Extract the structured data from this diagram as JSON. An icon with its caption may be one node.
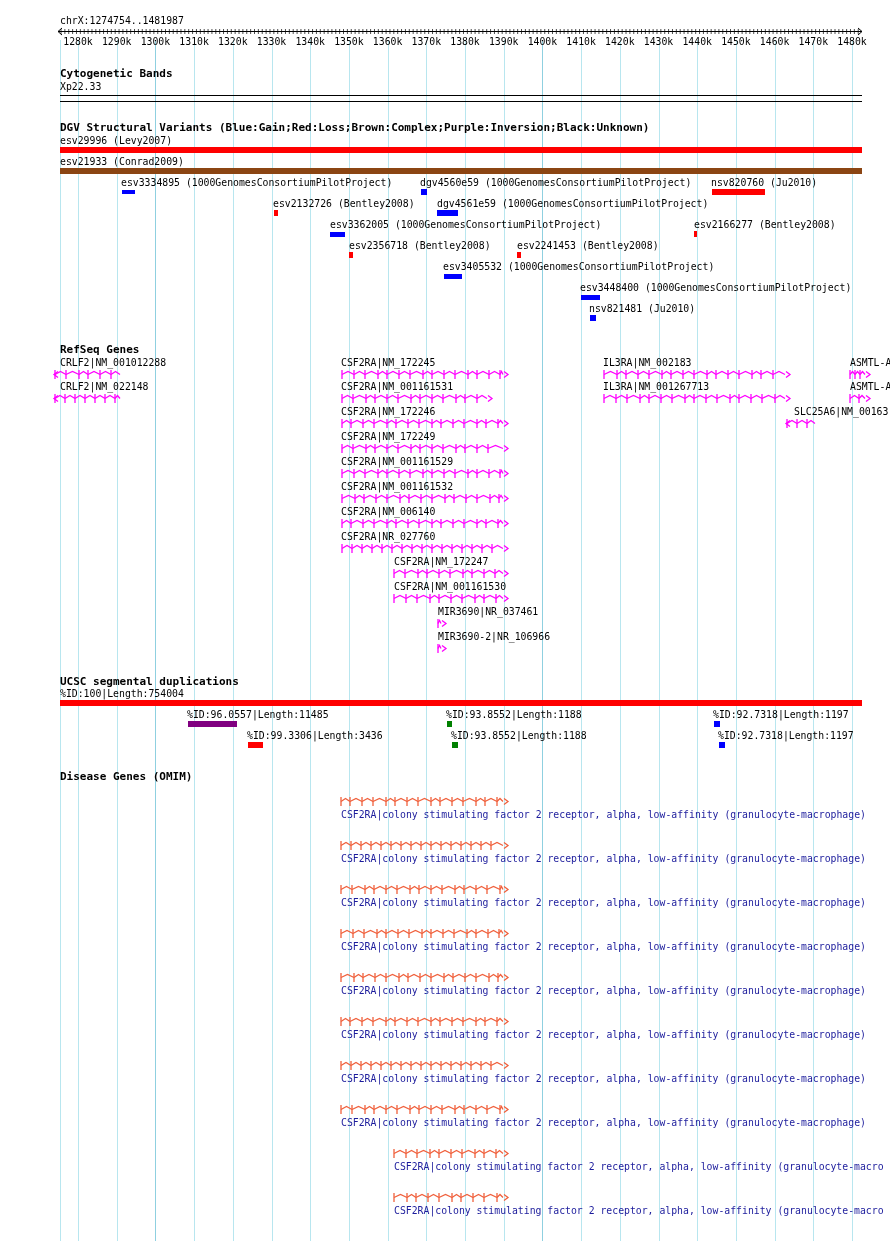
{
  "diagram": {
    "labels": [
      "chrX:1274754..1481987",
      "1280k",
      "1290k",
      "1300k",
      "1310k",
      "1320k",
      "1330k",
      "1340k",
      "1350k",
      "1360k",
      "1370k",
      "1380k",
      "1390k",
      "1400k",
      "1410k",
      "1420k",
      "1430k",
      "1440k",
      "1450k",
      "1460k",
      "1470k",
      "1480k",
      "Cytogenetic Bands",
      "Xp22.33",
      "DGV Structural Variants (Blue:Gain;Red:Loss;Brown:Complex;Purple:Inversion;Black:Unknown)",
      "esv29996 (Levy2007)",
      "esv21933 (Conrad2009)",
      "esv3334895 (1000GenomesConsortiumPilotProject)",
      "dgv4560e59 (1000GenomesConsortiumPilotProject)",
      "nsv820760 (Ju2010)",
      "esv2132726 (Bentley2008)",
      "dgv4561e59 (1000GenomesConsortiumPilotProject)",
      "esv3362005 (1000GenomesConsortiumPilotProject)",
      "esv2166277 (Bentley2008)",
      "esv2356718 (Bentley2008)",
      "esv2241453 (Bentley2008)",
      "esv3405532 (1000GenomesConsortiumPilotProject)",
      "esv3448400 (1000GenomesConsortiumPilotProject)",
      "nsv821481 (Ju2010)",
      "RefSeq Genes",
      "CRLF2|NM_001012288",
      "CSF2RA|NM_172245",
      "IL3RA|NM_002183",
      "ASMTL-A",
      "CRLF2|NM_022148",
      "CSF2RA|NM_001161531",
      "IL3RA|NM_001267713",
      "ASMTL-A",
      "CSF2RA|NM_172246",
      "SLC25A6|NM_00163",
      "CSF2RA|NM_172249",
      "CSF2RA|NM_001161529",
      "CSF2RA|NM_001161532",
      "CSF2RA|NM_006140",
      "CSF2RA|NR_027760",
      "CSF2RA|NM_172247",
      "CSF2RA|NM_001161530",
      "MIR3690|NR_037461",
      "MIR3690-2|NR_106966",
      "UCSC segmental duplications",
      "%ID:100|Length:754004",
      "%ID:96.0557|Length:11485",
      "%ID:93.8552|Length:1188",
      "%ID:92.7318|Length:1197",
      "%ID:99.3306|Length:3436",
      "%ID:93.8552|Length:1188",
      "%ID:92.7318|Length:1197",
      "Disease Genes (OMIM)",
      "CSF2RA|colony stimulating factor 2 receptor, alpha, low-affinity (granulocyte-macrophage)",
      "CSF2RA|colony stimulating factor 2 receptor, alpha, low-affinity (granulocyte-macrophage)",
      "CSF2RA|colony stimulating factor 2 receptor, alpha, low-affinity (granulocyte-macrophage)",
      "CSF2RA|colony stimulating factor 2 receptor, alpha, low-affinity (granulocyte-macrophage)",
      "CSF2RA|colony stimulating factor 2 receptor, alpha, low-affinity (granulocyte-macrophage)",
      "CSF2RA|colony stimulating factor 2 receptor, alpha, low-affinity (granulocyte-macrophage)",
      "CSF2RA|colony stimulating factor 2 receptor, alpha, low-affinity (granulocyte-macrophage)",
      "CSF2RA|colony stimulating factor 2 receptor, alpha, low-affinity (granulocyte-macrophage)",
      "CSF2RA|colony stimulating factor 2 receptor, alpha, low-affinity (granulocyte-macro",
      "CSF2RA|colony stimulating factor 2 receptor, alpha, low-affinity (granulocyte-macro"
    ]
  }
}
